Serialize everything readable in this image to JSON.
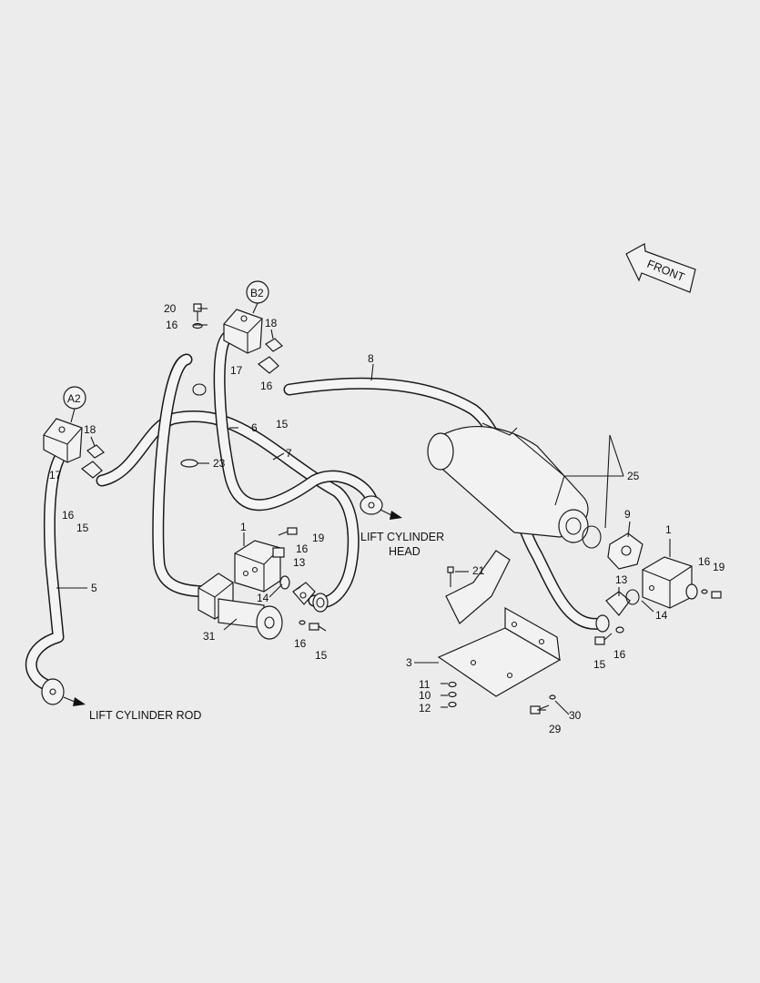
{
  "labels": {
    "front": "FRONT",
    "a2": "A2",
    "b2": "B2",
    "lift_cyl_head_1": "LIFT CYLINDER",
    "lift_cyl_head_2": "HEAD",
    "lift_cyl_rod": "LIFT CYLINDER ROD"
  },
  "callouts": {
    "c1a": "1",
    "c1b": "1",
    "c3": "3",
    "c5": "5",
    "c6": "6",
    "c7": "7",
    "c8": "8",
    "c9": "9",
    "c10": "10",
    "c11": "11",
    "c12": "12",
    "c13a": "13",
    "c13b": "13",
    "c14a": "14",
    "c14b": "14",
    "c15a": "15",
    "c15b": "15",
    "c15c": "15",
    "c15d": "15",
    "c16a": "16",
    "c16b": "16",
    "c16c": "16",
    "c16d": "16",
    "c16e": "16",
    "c16f": "16",
    "c16g": "16",
    "c17a": "17",
    "c17b": "17",
    "c18a": "18",
    "c18b": "18",
    "c19a": "19",
    "c19b": "19",
    "c20": "20",
    "c21": "21",
    "c23": "23",
    "c25": "25",
    "c29": "29",
    "c30": "30",
    "c31": "31"
  }
}
